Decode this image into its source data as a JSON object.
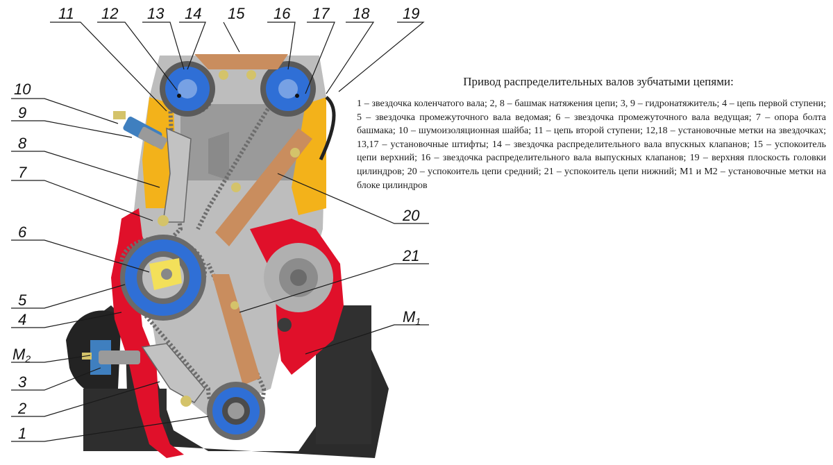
{
  "legend": {
    "title": "Привод распределительных валов зубчатыми цепями:",
    "body": "1 – звездочка коленчатого вала; 2, 8 – башмак натяжения цепи; 3, 9 – гидронатяжитель; 4 – цепь первой ступени; 5 – звездочка промежуточного вала ведомая; 6 – звездочка промежуточного вала ведущая; 7 – опора болта башмака; 10 – шумоизоляционная шайба; 11 – цепь второй ступени; 12,18 – установочные метки на звездочках; 13,17 – установочные штифты; 14 – звездочка распределительного вала впускных клапанов; 15 – успокоитель цепи верхний; 16 – звездочка распределительного вала выпускных клапанов; 19 – верхняя плоскость головки цилиндров; 20 – успокоитель цепи средний; 21 – успокоитель цепи нижний; М1 и М2 – установочные метки на блоке цилиндров"
  },
  "callouts": {
    "n1": "1",
    "n2": "2",
    "n3": "3",
    "n4": "4",
    "n5": "5",
    "n6": "6",
    "n7": "7",
    "n8": "8",
    "n9": "9",
    "n10": "10",
    "n11": "11",
    "n12": "12",
    "n13": "13",
    "n14": "14",
    "n15": "15",
    "n16": "16",
    "n17": "17",
    "n18": "18",
    "n19": "19",
    "n20": "20",
    "n21": "21",
    "m1": "M",
    "m1_sub": "1",
    "m2": "M",
    "m2_sub": "2"
  },
  "colors": {
    "cover_red": "#e0102a",
    "sprocket_blue": "#2f6fd6",
    "tensioner_yellow": "#f3b21a",
    "guide_copper": "#c98d5e",
    "body_grey": "#b9b9b9",
    "block_dark": "#2b2b2b"
  }
}
